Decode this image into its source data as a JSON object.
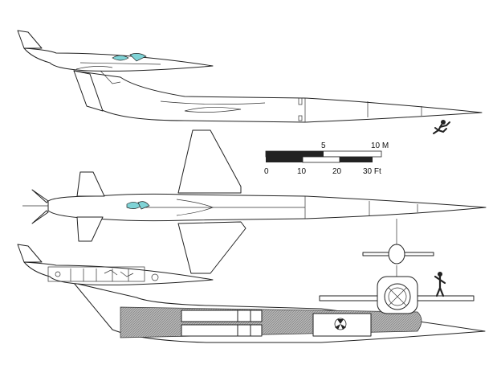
{
  "scale_bar": {
    "metric_labels": [
      "0",
      "5",
      "10 M"
    ],
    "imperial_labels": [
      "0",
      "10",
      "20",
      "30 Ft"
    ]
  },
  "colors": {
    "line": "#222222",
    "canopy": "#7fd3d6",
    "bar_dark": "#222222",
    "hatch": "#9a9a9a"
  }
}
